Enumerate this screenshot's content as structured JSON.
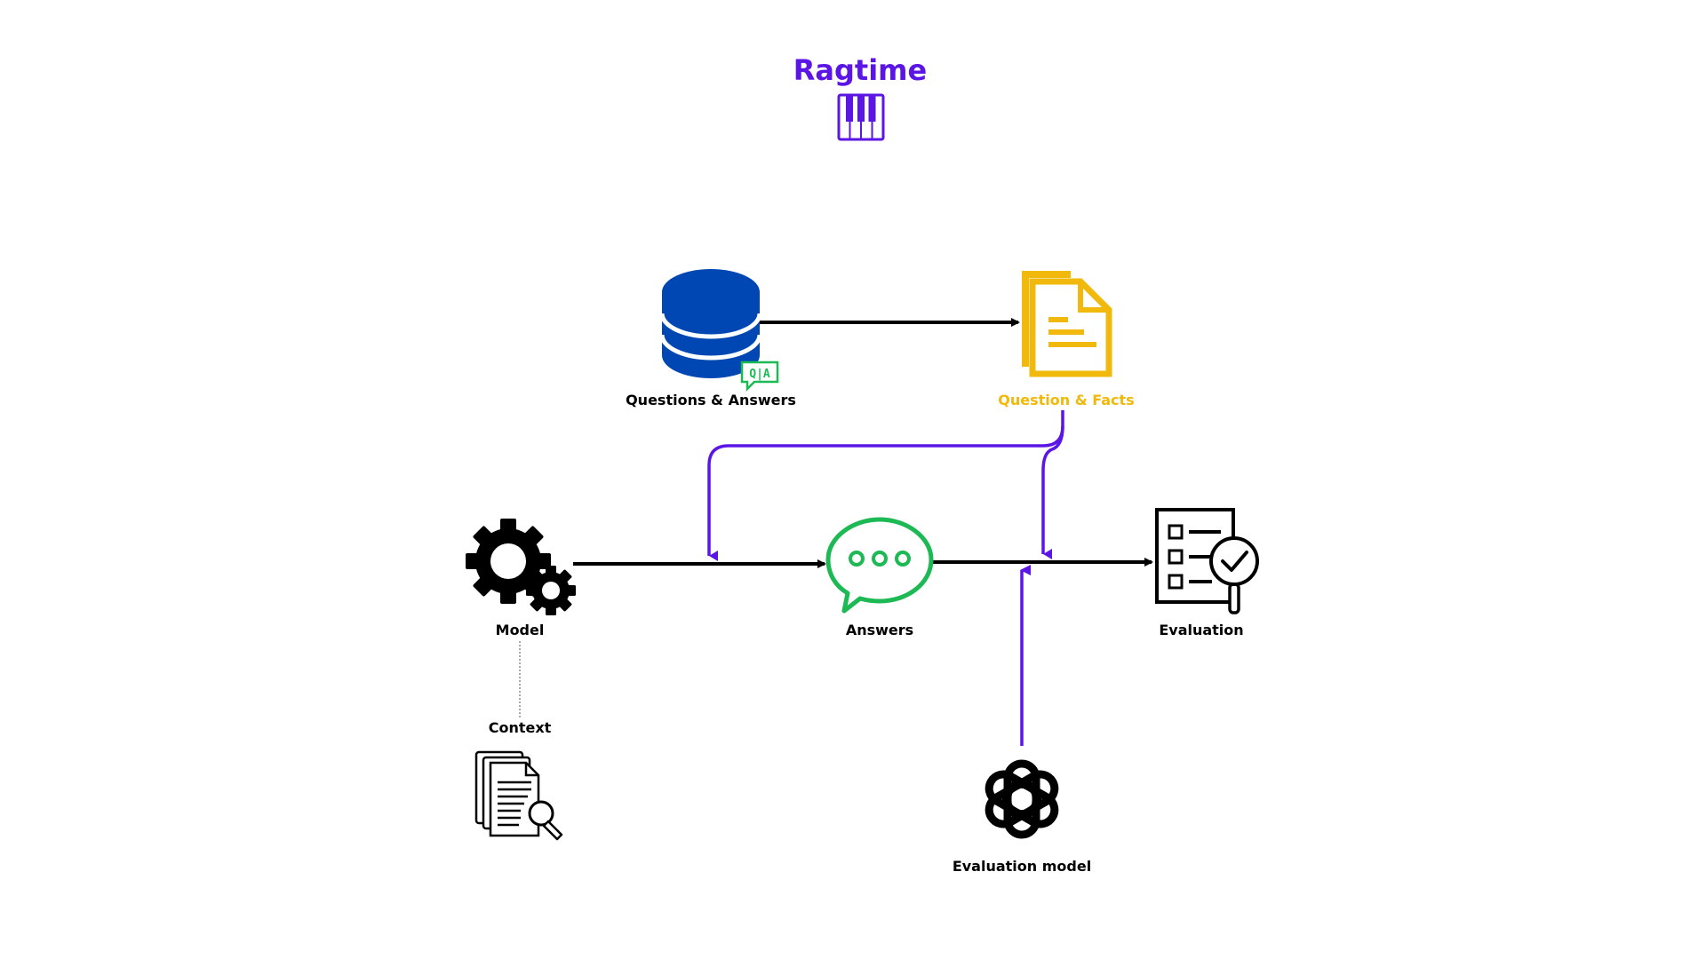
{
  "title": "Ragtime",
  "colors": {
    "brand_purple": "#5b16e6",
    "db_blue": "#0047b3",
    "facts_yellow": "#f0b90b",
    "answer_green": "#1db954",
    "ink": "#000000"
  },
  "nodes": {
    "qa_db": {
      "label": "Questions & Answers",
      "icon": "database-icon",
      "badge": "Q|A"
    },
    "facts": {
      "label": "Question & Facts",
      "icon": "documents-icon"
    },
    "model": {
      "label": "Model",
      "icon": "gears-icon"
    },
    "answers": {
      "label": "Answers",
      "icon": "chat-bubble-icon"
    },
    "evaluation": {
      "label": "Evaluation",
      "icon": "checklist-icon"
    },
    "context": {
      "label": "Context",
      "icon": "document-search-icon"
    },
    "eval_model": {
      "label": "Evaluation model",
      "icon": "openai-logo-icon"
    }
  }
}
